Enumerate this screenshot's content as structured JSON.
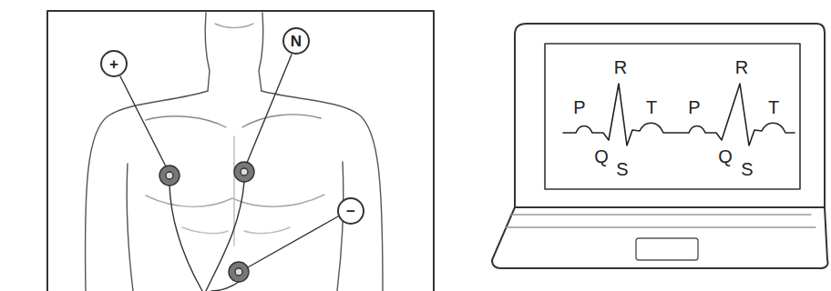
{
  "diagram": {
    "nodes": [
      {
        "text": [
          "+"
        ]
      },
      {
        "text": [
          "N"
        ]
      },
      {
        "text": [
          "−"
        ]
      }
    ],
    "labels": [
      "R",
      "P",
      "T",
      "Q",
      "S",
      "R",
      "P",
      "T",
      "Q",
      "S"
    ]
  }
}
